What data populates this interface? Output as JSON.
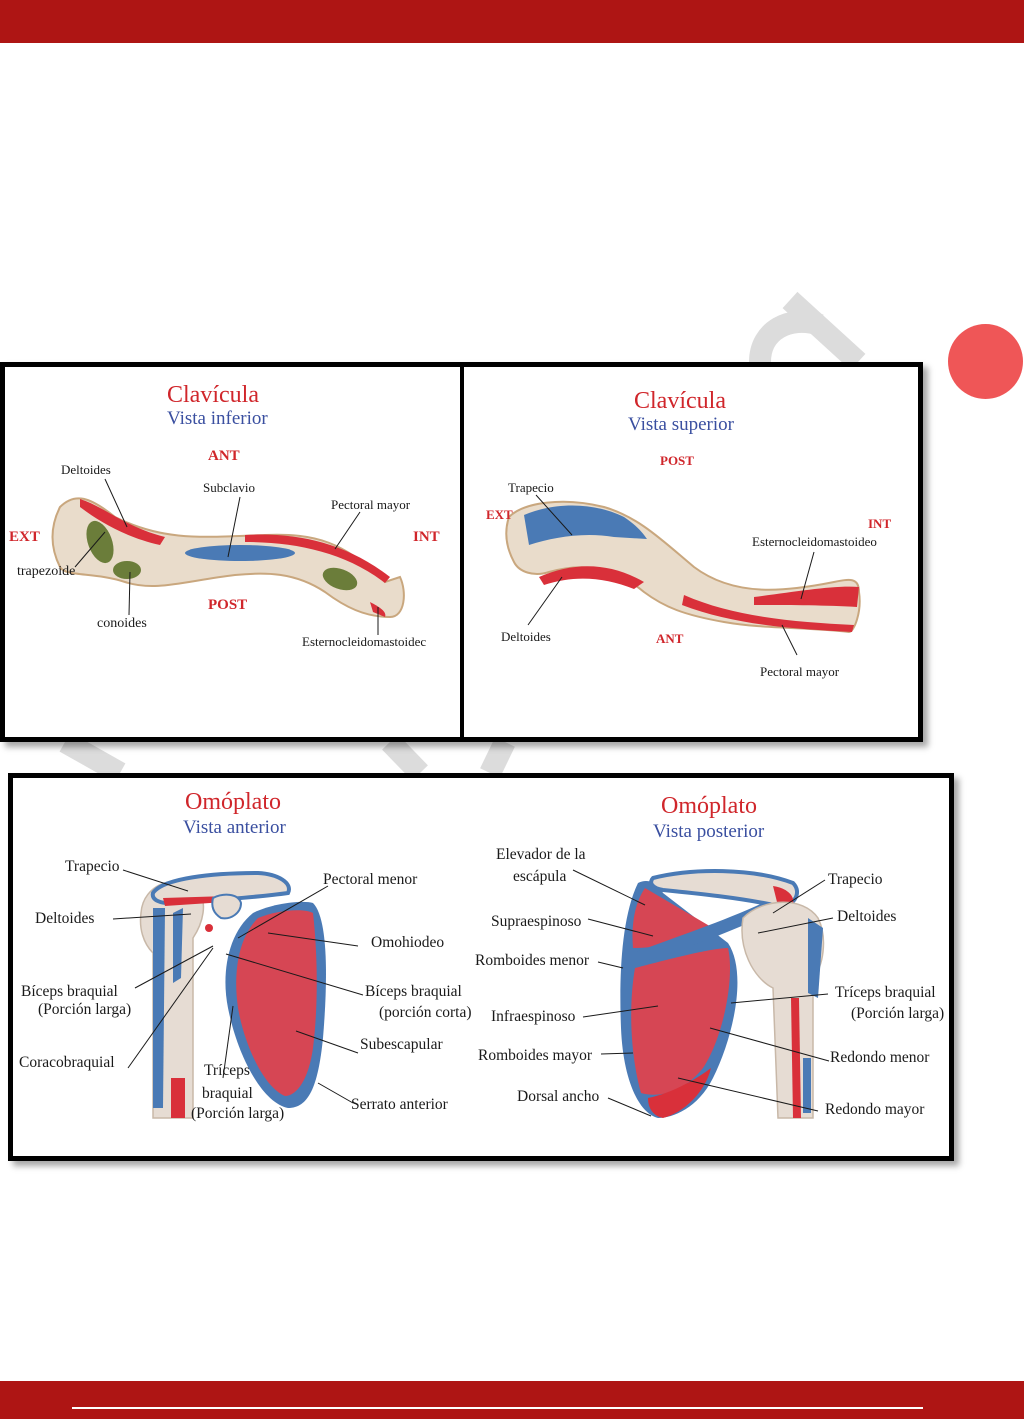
{
  "colors": {
    "brand_red": "#ae1514",
    "accent_dot": "#ef5657",
    "title_red": "#d0262b",
    "title_blue": "#3a4fa0",
    "muscle_origin_red": "#d9303a",
    "muscle_insertion_blue": "#4a7ab5",
    "ligament_green": "#6b7d3a",
    "bone": "#e9dccb"
  },
  "clavicula": {
    "inferior": {
      "title": "Clavícula",
      "subtitle": "Vista inferior",
      "directions": {
        "ant": "ANT",
        "post": "POST",
        "ext": "EXT",
        "int": "INT"
      },
      "labels": {
        "deltoides": "Deltoides",
        "subclavio": "Subclavio",
        "pectoral_mayor": "Pectoral mayor",
        "trapezoide": "trapezoide",
        "conoides": "conoides",
        "esternocleidomastoideo": "Esternocleidomastoidec"
      }
    },
    "superior": {
      "title": "Clavícula",
      "subtitle": "Vista superior",
      "directions": {
        "post": "POST",
        "ant": "ANT",
        "ext": "EXT",
        "int": "INT"
      },
      "labels": {
        "trapecio": "Trapecio",
        "esternocleidomastoideo": "Esternocleidomastoideo",
        "deltoides": "Deltoides",
        "pectoral_mayor": "Pectoral mayor"
      }
    }
  },
  "omoplato": {
    "anterior": {
      "title": "Omóplato",
      "subtitle": "Vista anterior",
      "labels": {
        "trapecio": "Trapecio",
        "deltoides": "Deltoides",
        "pectoral_menor": "Pectoral menor",
        "omohiodeo": "Omohiodeo",
        "biceps_larga": "Bíceps braquial",
        "biceps_larga_note": "(Porción larga)",
        "biceps_corta": "Bíceps braquial",
        "biceps_corta_note": "(porción corta)",
        "subescapular": "Subescapular",
        "coracobraquial": "Coracobraquial",
        "triceps_1": "Tríceps",
        "triceps_2": "braquial",
        "triceps_note": "(Porción larga)",
        "serrato": "Serrato anterior"
      }
    },
    "posterior": {
      "title": "Omóplato",
      "subtitle": "Vista posterior",
      "labels": {
        "elevador_1": "Elevador de la",
        "elevador_2": "escápula",
        "trapecio": "Trapecio",
        "supraespinoso": "Supraespinoso",
        "deltoides": "Deltoides",
        "romboides_menor": "Romboides menor",
        "triceps": "Tríceps braquial",
        "triceps_note": "(Porción larga)",
        "infraespinoso": "Infraespinoso",
        "romboides_mayor": "Romboides mayor",
        "redondo_menor": "Redondo menor",
        "dorsal_ancho": "Dorsal ancho",
        "redondo_mayor": "Redondo mayor"
      }
    }
  }
}
